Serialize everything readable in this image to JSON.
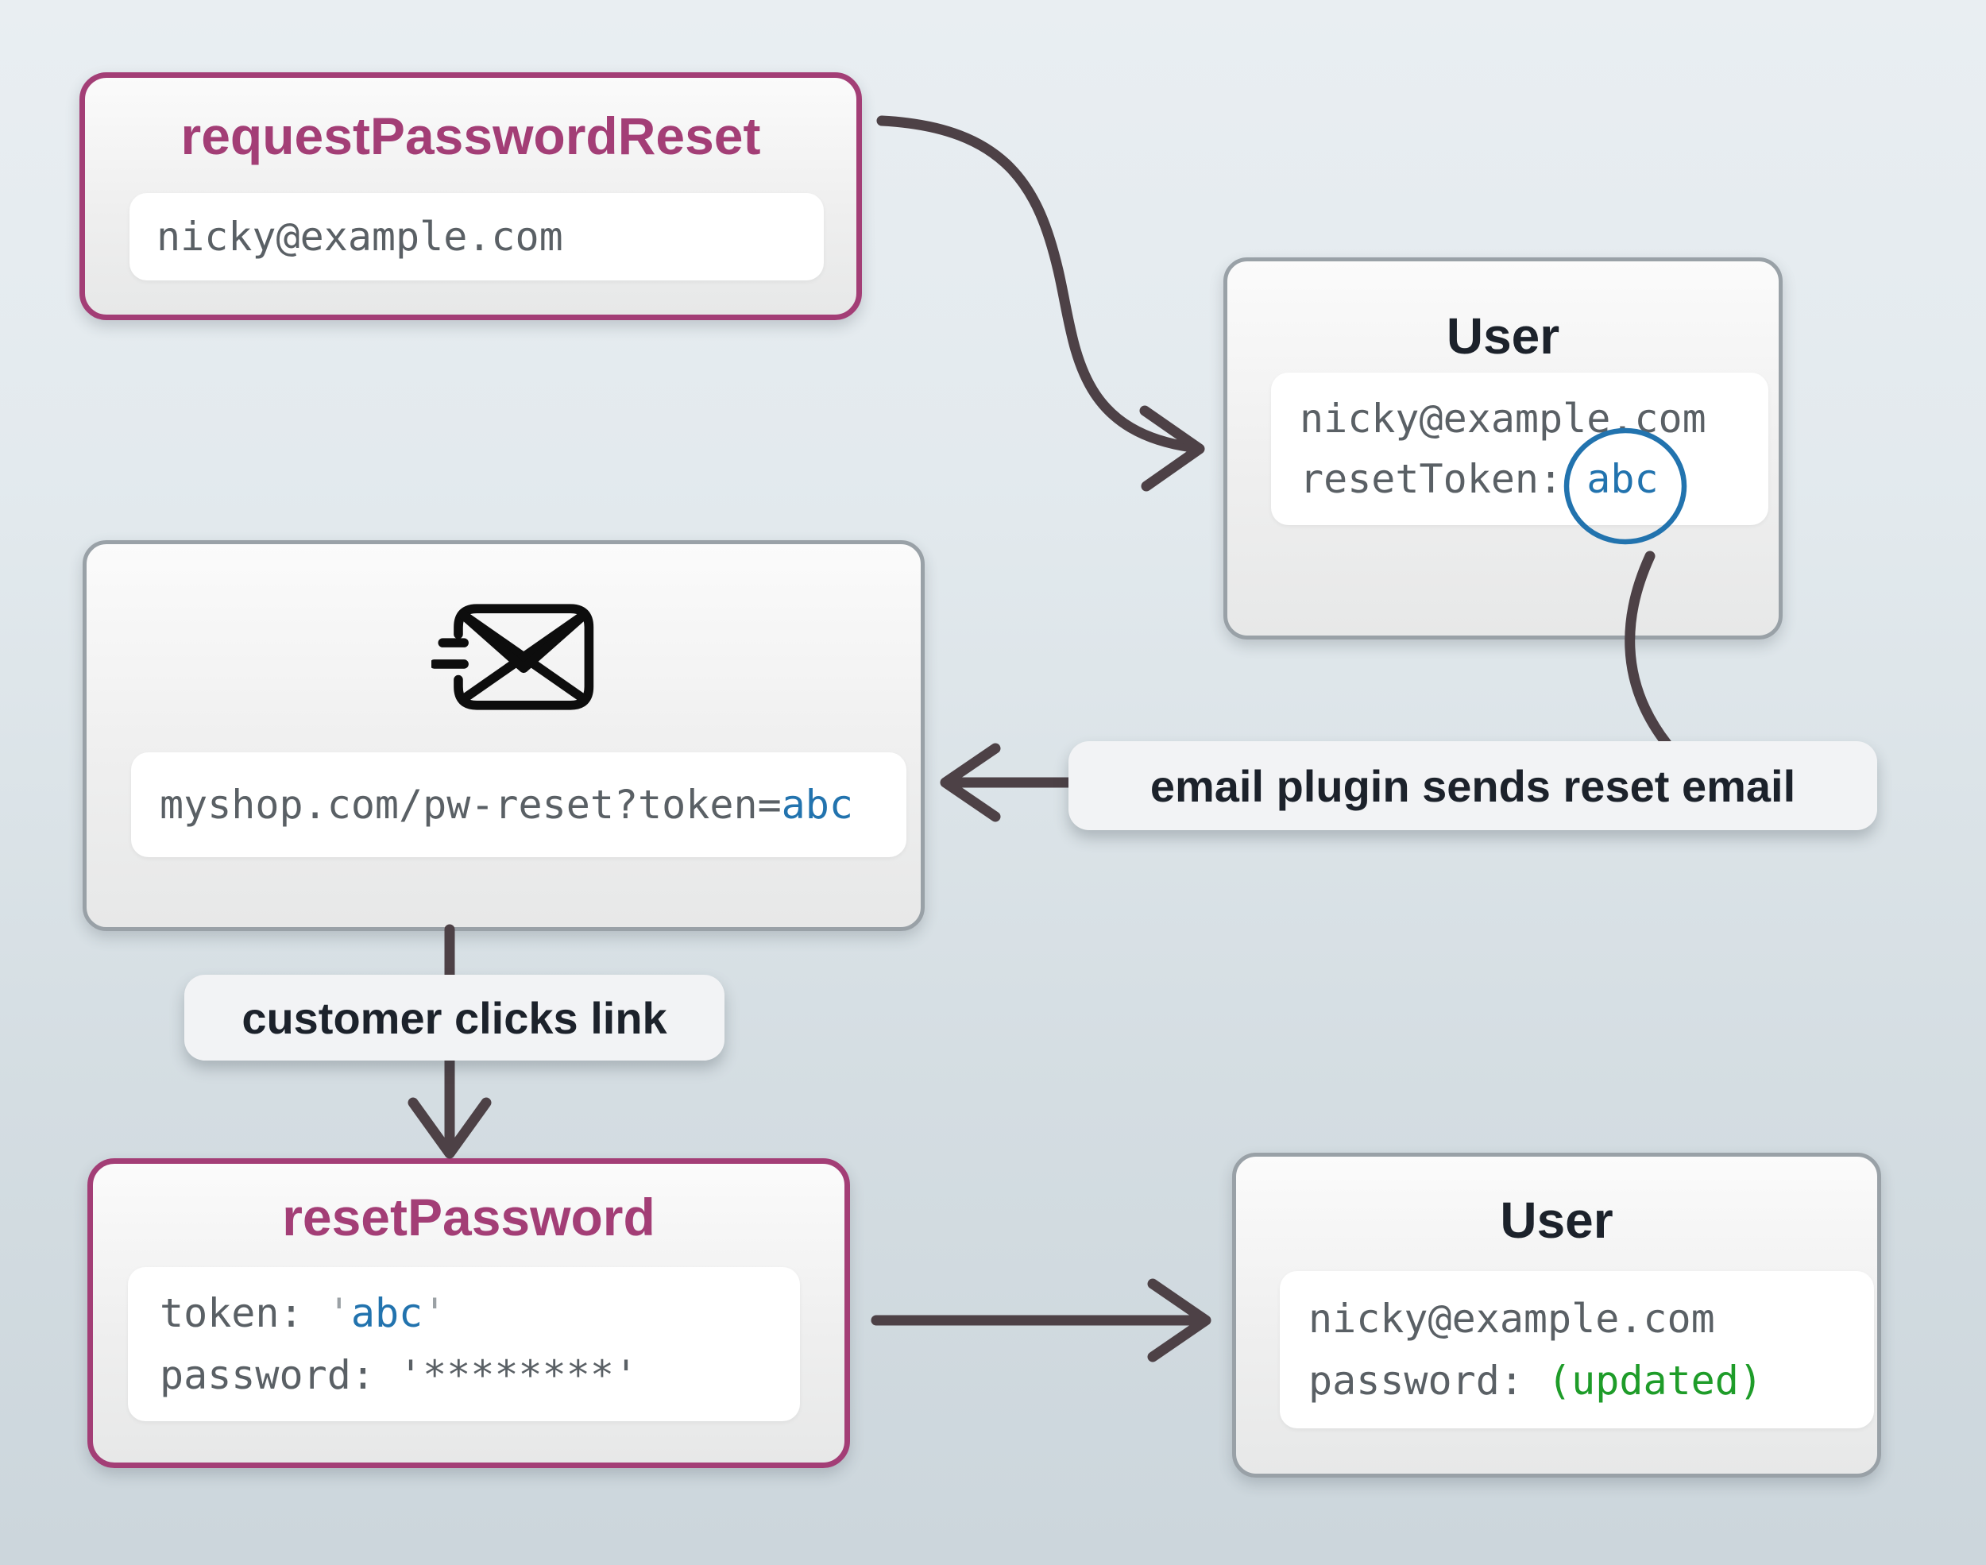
{
  "colors": {
    "accent_magenta": "#a33e76",
    "accent_blue": "#2273ae",
    "accent_green": "#1e9c29",
    "arrow": "#4d4146",
    "mono_gray": "#5a6065",
    "dark_text": "#1c222b",
    "gray_border": "#99a1a7"
  },
  "boxes": {
    "request": {
      "title": "requestPasswordReset",
      "field_value": "nicky@example.com"
    },
    "user_top": {
      "title": "User",
      "line1": "nicky@example.com",
      "token_label": "resetToken:",
      "token_value": "abc"
    },
    "email": {
      "url_prefix": "myshop.com/pw-reset?token=",
      "url_token": "abc"
    },
    "reset": {
      "title": "resetPassword",
      "token_label": "token:",
      "quote": "'",
      "token_value": "abc",
      "password_label": "password:",
      "password_value": "'********'"
    },
    "user_bottom": {
      "title": "User",
      "line1": "nicky@example.com",
      "password_label": "password:",
      "password_value": "(updated)"
    }
  },
  "annotations": {
    "email_plugin": "email plugin sends reset email",
    "customer_clicks": "customer clicks link"
  },
  "icons": {
    "envelope": "mail-send-icon",
    "token_highlight": "token-highlight-ellipse"
  }
}
